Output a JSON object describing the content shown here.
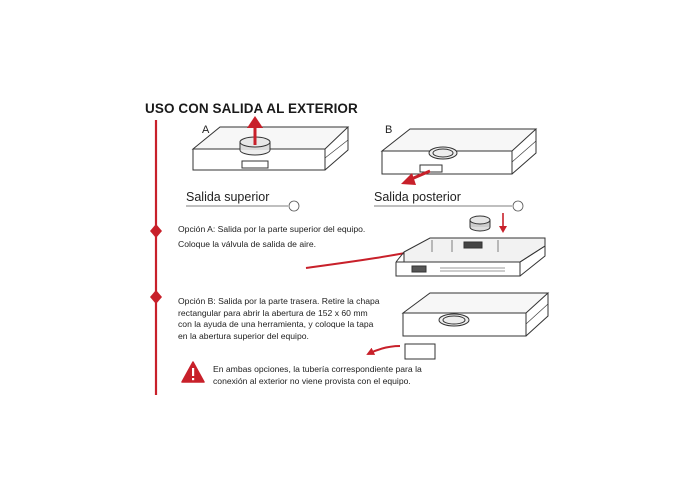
{
  "title": "USO CON SALIDA AL EXTERIOR",
  "figure_a": {
    "letter": "A",
    "caption": "Salida superior"
  },
  "figure_b": {
    "letter": "B",
    "caption": "Salida posterior"
  },
  "option_a": {
    "line1": "Opción A: Salida por la parte superior del equipo.",
    "line2": "Coloque la válvula de salida de aire."
  },
  "option_b": {
    "text": "Opción B: Salida por la parte trasera. Retire la chapa\nrectangular para abrir la abertura de 152 x 60 mm\ncon la ayuda de una herramienta, y coloque la tapa\nen la abertura superior del equipo."
  },
  "warning": {
    "icon": "warning-triangle-icon",
    "text": "En ambas opciones, la tubería correspondiente para la\nconexión al exterior no viene provista con el equipo."
  },
  "colors": {
    "accent_red": "#c8202a",
    "line": "#333333"
  }
}
